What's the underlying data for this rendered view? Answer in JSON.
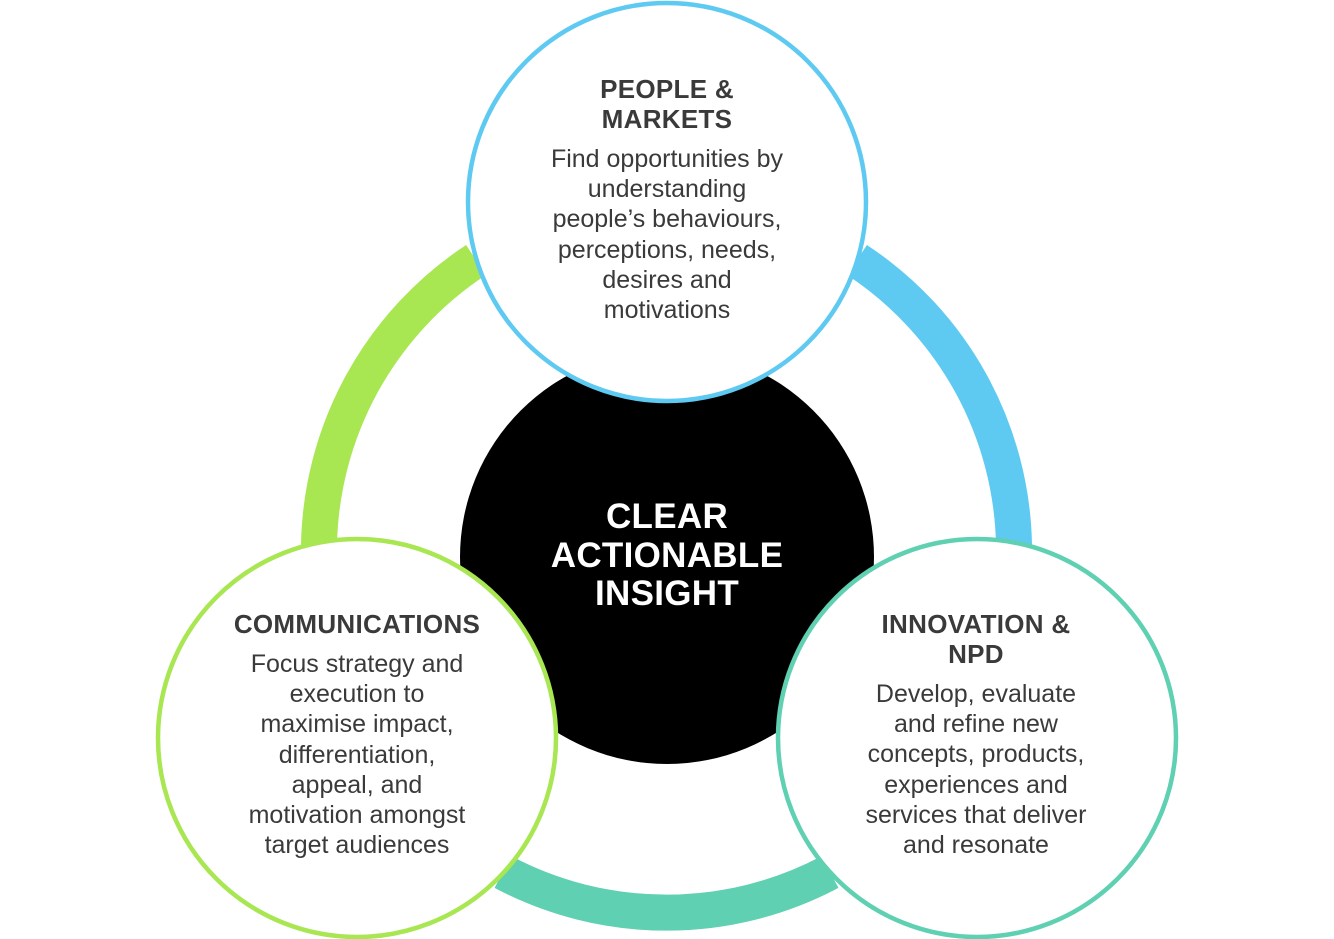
{
  "colors": {
    "blue": "#5ecaf2",
    "green": "#a8e652",
    "teal": "#5fd0b2",
    "center": "#000000",
    "text": "#3a3a3a"
  },
  "center": {
    "label": "CLEAR\nACTIONABLE\nINSIGHT"
  },
  "bubbles": {
    "people_markets": {
      "title": "PEOPLE &\nMARKETS",
      "body": "Find opportunities by\nunderstanding\npeople’s behaviours,\nperceptions, needs,\ndesires and\nmotivations"
    },
    "communications": {
      "title": "COMMUNICATIONS",
      "body": "Focus strategy and\nexecution to\nmaximise impact,\ndifferentiation,\nappeal, and\nmotivation amongst\ntarget audiences"
    },
    "innovation_npd": {
      "title": "INNOVATION &\nNPD",
      "body": "Develop, evaluate\nand refine new\nconcepts, products,\nexperiences and\nservices that deliver\nand resonate"
    }
  }
}
